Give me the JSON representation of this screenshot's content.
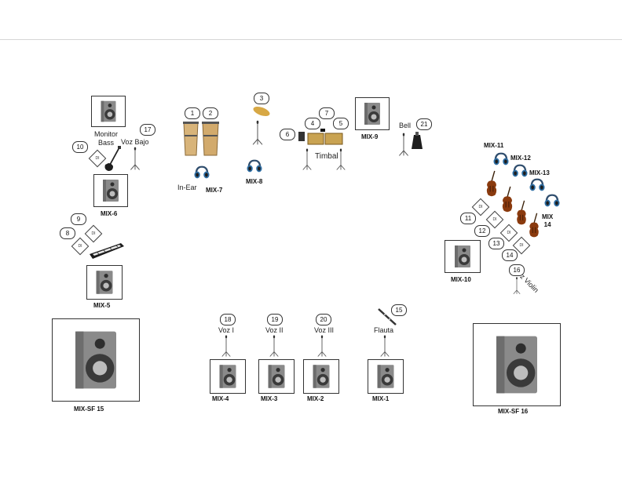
{
  "monitors": {
    "monitor_bass": "Monitor\nBass",
    "mix6": "MIX-6",
    "mix5": "MIX-5",
    "mix9": "MIX-9",
    "mix10": "MIX-10",
    "mix4": "MIX-4",
    "mix3": "MIX-3",
    "mix2": "MIX-2",
    "mix1": "MIX-1",
    "mixsf15": "MIX-SF 15",
    "mixsf16": "MIX-SF 16"
  },
  "headphones": {
    "mix7": "MIX-7",
    "mix8": "MIX-8",
    "mix11": "MIX-11",
    "mix12": "MIX-12",
    "mix13": "MIX-13",
    "mix14": "MIX\n14",
    "inear": "In-Ear"
  },
  "labels": {
    "voz_bajo": "Voz Bajo",
    "timbal": "Timbal",
    "bell": "Bell",
    "voz1": "Voz I",
    "voz2": "Voz II",
    "voz3": "Voz III",
    "flauta": "Flauta",
    "voz_violin": "Voz Violin",
    "di": "DI"
  },
  "channels": {
    "c1": "1",
    "c2": "2",
    "c3": "3",
    "c4": "4",
    "c5": "5",
    "c6": "6",
    "c7": "7",
    "c8": "8",
    "c9": "9",
    "c10": "10",
    "c11": "11",
    "c12": "12",
    "c13": "13",
    "c14": "14",
    "c15": "15",
    "c16": "16",
    "c17": "17",
    "c18": "18",
    "c19": "19",
    "c20": "20",
    "c21": "21"
  }
}
